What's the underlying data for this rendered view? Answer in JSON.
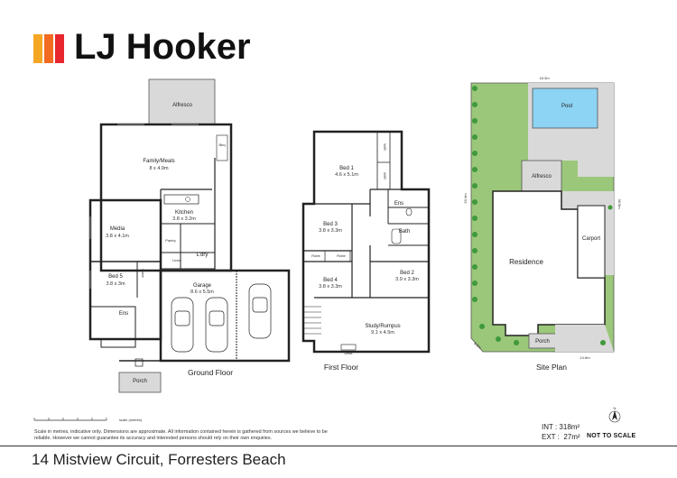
{
  "brand": {
    "name": "LJ Hooker",
    "bar_colors": [
      "#f5a623",
      "#f26b21",
      "#e8262e"
    ]
  },
  "ground_floor": {
    "label": "Ground Floor",
    "rooms": {
      "alfresco": "Alfresco",
      "family_meals": "Family/Meals",
      "family_meals_dim": "8 x 4.9m",
      "kitchen": "Kitchen",
      "kitchen_dim": "3.8 x 3.2m",
      "media": "Media",
      "media_dim": "3.8 x 4.1m",
      "pantry": "Pantry",
      "ldry": "L'dry",
      "linen": "Linen",
      "bed5": "Bed 5",
      "bed5_dim": "3.8 x 3m",
      "robe": "Robe",
      "ens": "Ens",
      "garage": "Garage",
      "garage_dim": "8.6 x 5.5m",
      "porch": "Porch",
      "bbq": "Bbq"
    }
  },
  "first_floor": {
    "label": "First Floor",
    "rooms": {
      "bed1": "Bed 1",
      "bed1_dim": "4.6 x 5.1m",
      "wir": "WIR",
      "ens": "Ens",
      "bed3": "Bed 3",
      "bed3_dim": "3.8 x 3.3m",
      "bath": "Bath",
      "robe": "Robe",
      "bed4": "Bed 4",
      "bed4_dim": "3.8 x 3.3m",
      "bed2": "Bed 2",
      "bed2_dim": "3.9 x 3.3m",
      "study": "Study/Rumpus",
      "study_dim": "9.1 x 4.5m",
      "desk": "Desk"
    }
  },
  "site_plan": {
    "label": "Site Plan",
    "pool": "Pool",
    "alfresco": "Alfresco",
    "residence": "Residence",
    "carport": "Carport",
    "porch": "Porch",
    "dims": {
      "top": "18.3m",
      "left": "33.3m",
      "right": "36.5m",
      "bottom": "14.8m",
      "corner": "5.8m"
    },
    "north": "N"
  },
  "scale_bar_caption": "scale (metres)",
  "disclaimer": "Scale in metres, indicative only. Dimensions are approximate. All information contained herein is gathered from sources we believe to be reliable. However we cannot guarantee its accuracy and interested persons should rely on their own enquiries.",
  "areas": {
    "int_label": "INT :",
    "int_value": "318m²",
    "ext_label": "EXT :",
    "ext_value": "27m²"
  },
  "not_to_scale": "NOT TO SCALE",
  "address": "14 Mistview Circuit, Forresters Beach"
}
